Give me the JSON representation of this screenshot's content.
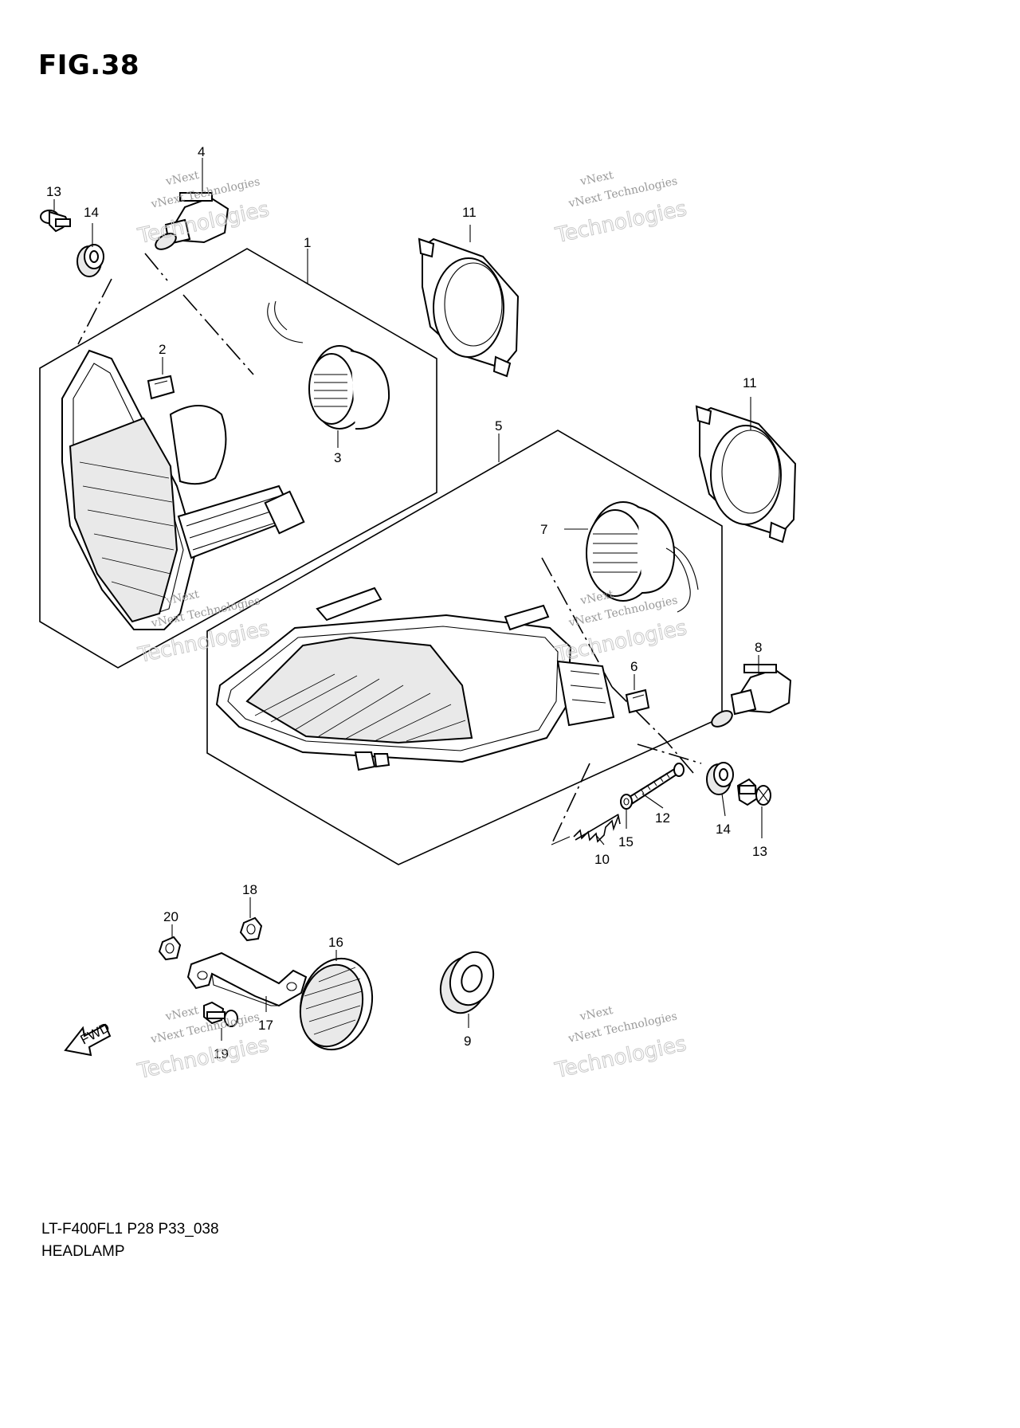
{
  "figure": {
    "title": "FIG.38",
    "model_code": "LT-F400FL1 P28 P33_038",
    "section_title": "HEADLAMP"
  },
  "watermark": {
    "line1": "vNext",
    "line2": "vNext Technologies",
    "line3": "Technologies"
  },
  "arrow_label": "FWD",
  "callouts": {
    "c1": "1",
    "c2": "2",
    "c3": "3",
    "c4": "4",
    "c5": "5",
    "c6": "6",
    "c7": "7",
    "c8": "8",
    "c9": "9",
    "c10": "10",
    "c11a": "11",
    "c11b": "11",
    "c12": "12",
    "c13a": "13",
    "c13b": "13",
    "c14a": "14",
    "c14b": "14",
    "c15": "15",
    "c16": "16",
    "c17": "17",
    "c18": "18",
    "c19": "19",
    "c20": "20"
  }
}
